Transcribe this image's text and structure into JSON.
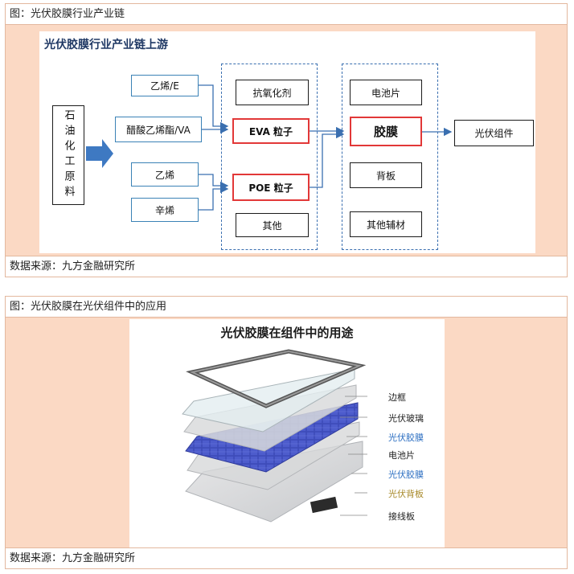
{
  "panel1": {
    "caption": "图：光伏胶膜行业产业链",
    "diagram_title": "光伏胶膜行业产业链上游",
    "source": "数据来源：九方金融研究所",
    "nodes": {
      "raw": "石油化工原料",
      "ethylene_e": "乙烯/E",
      "vinyl_acetate": "醋酸乙烯酯/VA",
      "ethylene": "乙烯",
      "octene": "辛烯",
      "antioxidant": "抗氧化剂",
      "eva": "EVA 粒子",
      "poe": "POE 粒子",
      "other": "其他",
      "cell": "电池片",
      "film": "胶膜",
      "backsheet": "背板",
      "aux": "其他辅材",
      "module": "光伏组件"
    }
  },
  "panel2": {
    "caption": "图：光伏胶膜在光伏组件中的应用",
    "diagram_title": "光伏胶膜在组件中的用途",
    "source": "数据来源：九方金融研究所",
    "layers": {
      "frame": "边框",
      "glass": "光伏玻璃",
      "film1": "光伏胶膜",
      "cell": "电池片",
      "film2": "光伏胶膜",
      "backsheet": "光伏背板",
      "jbox": "接线板"
    }
  },
  "colors": {
    "accent_blue": "#2d6fc2",
    "highlight_red": "#e23838",
    "background_peach": "#fbd9c4",
    "dash_blue": "#3a6fb0",
    "gold": "#a88a2a"
  }
}
